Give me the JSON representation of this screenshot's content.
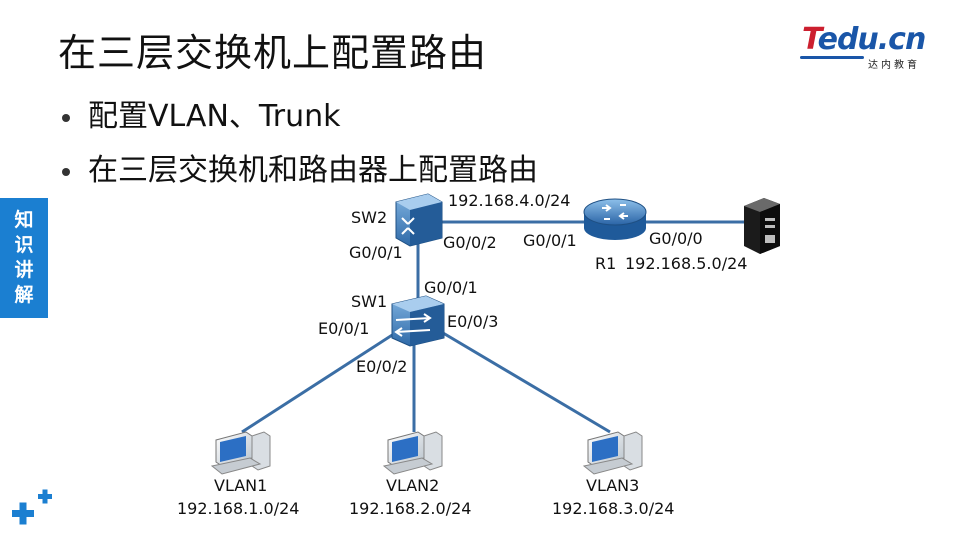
{
  "slide": {
    "title": "在三层交换机上配置路由",
    "bullets": [
      "配置VLAN、Trunk",
      "在三层交换机和路由器上配置路由"
    ],
    "side_tab": [
      "知",
      "识",
      "讲",
      "解"
    ]
  },
  "logo": {
    "brand_a": "T",
    "brand_b": "edu.cn",
    "subtitle": "达内教育"
  },
  "colors": {
    "accent_blue": "#1b7fd1",
    "brand_red": "#cc1f2f",
    "brand_blue": "#1a56a8",
    "link": "#3b6ea5"
  },
  "diagram": {
    "devices": {
      "sw2": "SW2",
      "sw1": "SW1",
      "r1": "R1"
    },
    "networks": {
      "sw2_r1": "192.168.4.0/24",
      "r1_server": "192.168.5.0/24"
    },
    "ports": {
      "sw2_down": "G0/0/1",
      "sw2_right": "G0/0/2",
      "r1_left": "G0/0/1",
      "r1_right": "G0/0/0",
      "sw1_up": "G0/0/1",
      "sw1_left": "E0/0/1",
      "sw1_mid": "E0/0/2",
      "sw1_right": "E0/0/3"
    },
    "hosts": [
      {
        "vlan": "VLAN1",
        "net": "192.168.1.0/24"
      },
      {
        "vlan": "VLAN2",
        "net": "192.168.2.0/24"
      },
      {
        "vlan": "VLAN3",
        "net": "192.168.3.0/24"
      }
    ]
  }
}
